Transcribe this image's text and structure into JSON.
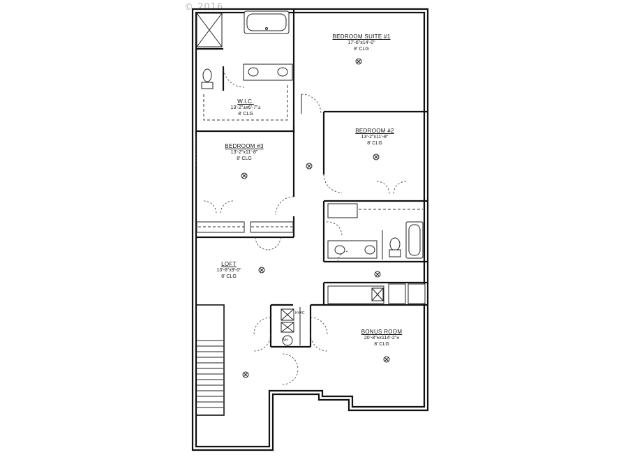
{
  "watermark": "© 2016",
  "rooms": [
    {
      "name": "BEDROOM SUITE #1",
      "dims": "17'-6\"x14'-0\"",
      "ceiling": "8' CLG"
    },
    {
      "name": "W.I.C.",
      "dims": "13'-2\"±x6'-7\"±",
      "ceiling": "8' CLG"
    },
    {
      "name": "BEDROOM #2",
      "dims": "13'-2\"x11'-8\"",
      "ceiling": "8' CLG"
    },
    {
      "name": "BEDROOM #3",
      "dims": "13'-2\"x11'-8\"",
      "ceiling": "8' CLG"
    },
    {
      "name": "LOFT",
      "dims": "13'-6\"x9'-0\"",
      "ceiling": "8' CLG"
    },
    {
      "name": "BONUS ROOM",
      "dims": "20'-8\"±x114'-2\"±",
      "ceiling": "8' CLG"
    }
  ],
  "appliance_tags": {
    "hvac": "HVAC",
    "wh": "WH"
  },
  "icons": {
    "ceiling_light": "ceiling-light-icon",
    "stair": "stair-treads"
  }
}
